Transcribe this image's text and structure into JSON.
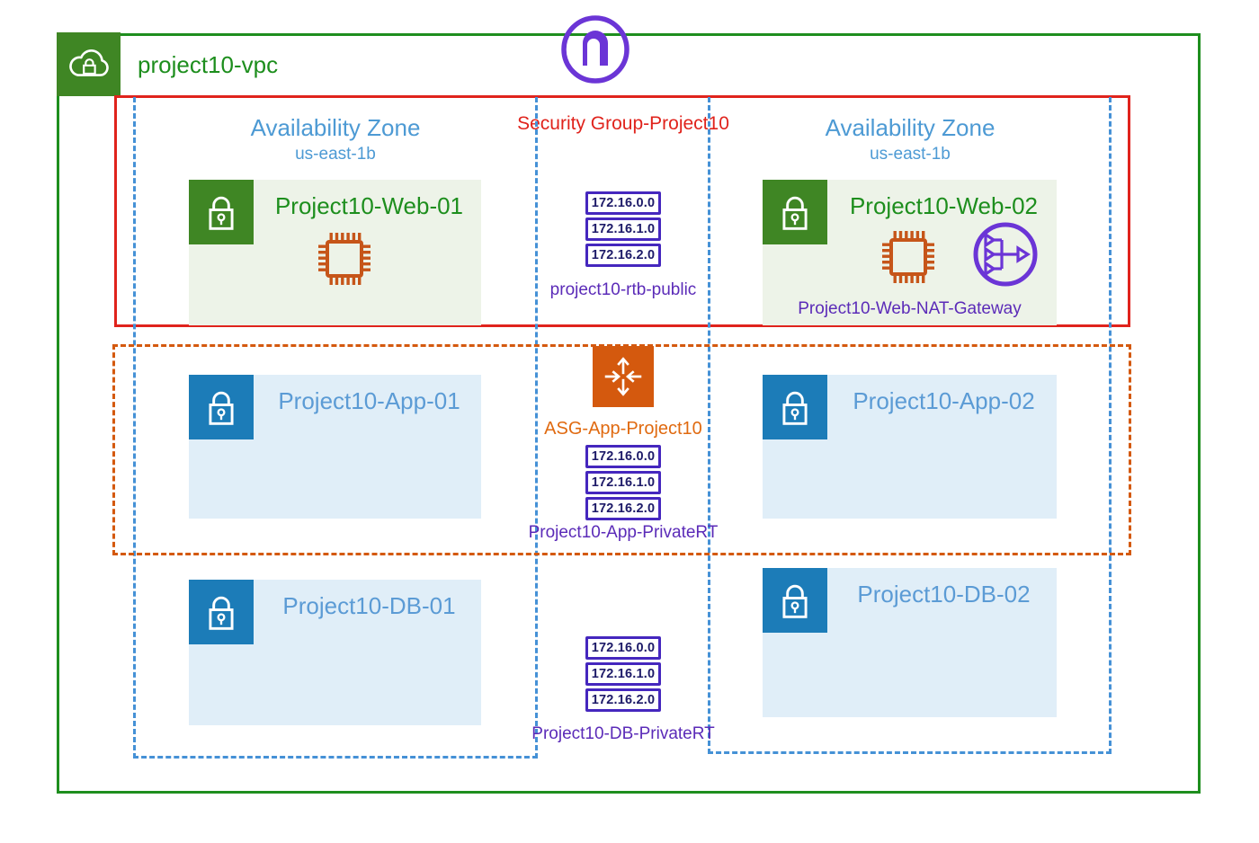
{
  "vpc": {
    "label": "project10-vpc"
  },
  "security_group": {
    "label": "Security Group-Project10"
  },
  "availability_zones": {
    "left": {
      "title": "Availability Zone",
      "subtitle": "us-east-1b"
    },
    "right": {
      "title": "Availability Zone",
      "subtitle": "us-east-1b"
    }
  },
  "subnets": {
    "web1": {
      "label": "Project10-Web-01"
    },
    "web2": {
      "label": "Project10-Web-02"
    },
    "app1": {
      "label": "Project10-App-01"
    },
    "app2": {
      "label": "Project10-App-02"
    },
    "db1": {
      "label": "Project10-DB-01"
    },
    "db2": {
      "label": "Project10-DB-02"
    }
  },
  "nat_gateway": {
    "label": "Project10-Web-NAT-Gateway"
  },
  "asg": {
    "label": "ASG-App-Project10"
  },
  "route_tables": [
    {
      "entries": [
        "172.16.0.0",
        "172.16.1.0",
        "172.16.2.0"
      ],
      "label": "project10-rtb-public"
    },
    {
      "entries": [
        "172.16.0.0",
        "172.16.1.0",
        "172.16.2.0"
      ],
      "label": "Project10-App-PrivateRT"
    },
    {
      "entries": [
        "172.16.0.0",
        "172.16.1.0",
        "172.16.2.0"
      ],
      "label": "Project10-DB-PrivateRT"
    }
  ],
  "icons": {
    "vpc_badge": "cloud-lock-icon",
    "top_center": "internet-gateway-icon",
    "subnet_corner": "lock-icon",
    "instance": "ec2-chip-icon",
    "nat": "nat-gateway-icon",
    "asg": "scaling-arrows-icon"
  },
  "colors": {
    "vpc_green": "#1E8E1E",
    "vpc_badge_green": "#3F8624",
    "subnet_green_bg": "#EDF3E8",
    "subnet_blue_bg": "#E0EEF8",
    "lock_blue": "#1C7CB8",
    "az_blue": "#4D9AD4",
    "label_blue": "#5B9BD5",
    "security_red": "#E0231C",
    "asg_orange": "#D4590E",
    "chip_orange": "#C65519",
    "purple": "#6B35D6",
    "route_border_purple": "#4527BE",
    "route_text_navy": "#1D1A68",
    "route_label_purple": "#5B2BB8"
  }
}
